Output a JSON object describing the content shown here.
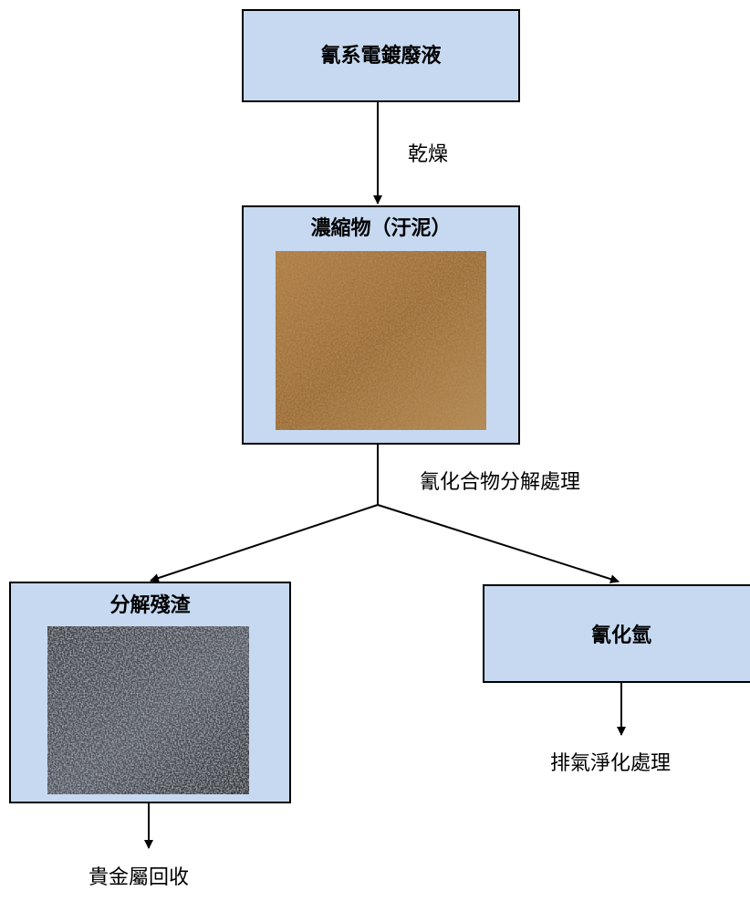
{
  "nodes": {
    "source": {
      "title": "氰系電鍍廢液"
    },
    "sludge": {
      "title": "濃縮物（汙泥）"
    },
    "residue": {
      "title": "分解殘渣"
    },
    "hcn": {
      "title": "氰化氫"
    }
  },
  "edges": {
    "drying": "乾燥",
    "decomposition": "氰化合物分解處理",
    "exhaust": "排氣淨化處理",
    "recovery": "貴金屬回收"
  },
  "colors": {
    "box_fill": "#c6d9f1",
    "sludge_photo": "#9b6a34",
    "residue_photo": "#44484f"
  }
}
